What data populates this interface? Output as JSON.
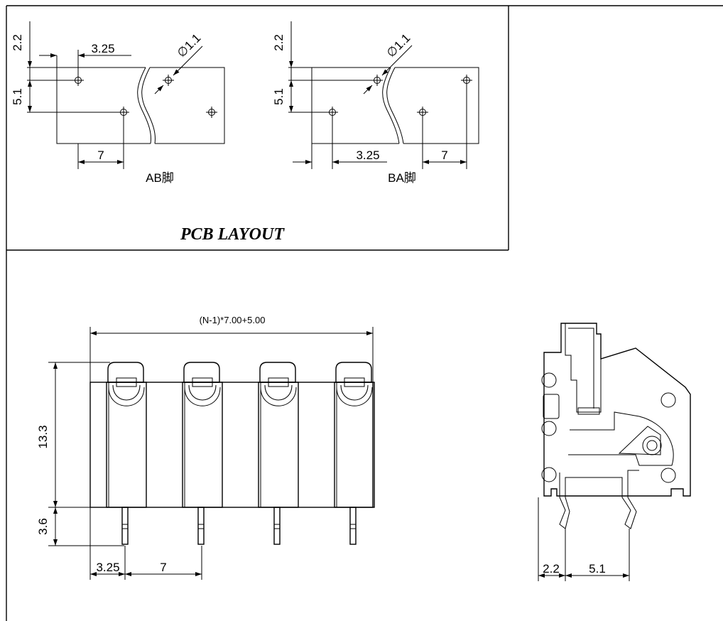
{
  "drawing": {
    "title": "PCB LAYOUT",
    "layout_ab": {
      "label": "AB脚",
      "dims": {
        "top": "2.2",
        "spacing_x": "3.25",
        "diameter": "∅1.1",
        "spacing_y": "5.1",
        "pitch": "7"
      }
    },
    "layout_ba": {
      "label": "BA脚",
      "dims": {
        "top": "2.2",
        "diameter": "∅1.1",
        "spacing_y": "5.1",
        "spacing_x": "3.25",
        "pitch": "7"
      }
    },
    "front_view": {
      "overall": "(N-1)*7.00+5.00",
      "height": "13.3",
      "pin_length": "3.6",
      "offset": "3.25",
      "pitch": "7",
      "pole_count": 4
    },
    "side_view": {
      "offset": "2.2",
      "row_spacing": "5.1"
    }
  }
}
